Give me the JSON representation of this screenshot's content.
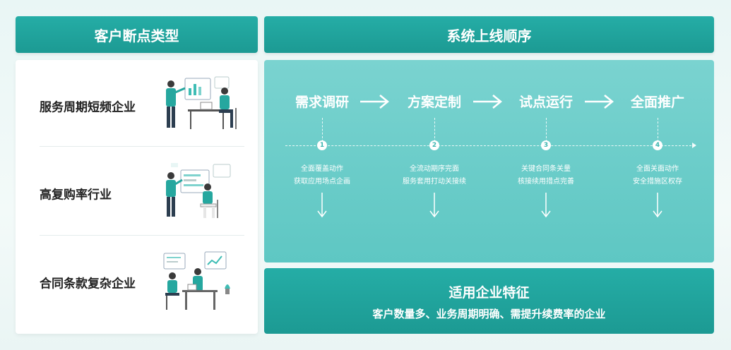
{
  "left": {
    "header": "客户断点类型",
    "types": [
      {
        "label": "服务周期短频企业",
        "illustration": "two-people-office-icon"
      },
      {
        "label": "高复购率行业",
        "illustration": "presentation-meeting-icon"
      },
      {
        "label": "合同条款复杂企业",
        "illustration": "desk-meeting-icon"
      }
    ]
  },
  "right": {
    "header": "系统上线顺序",
    "steps": [
      {
        "title": "需求调研",
        "num": "1",
        "desc1": "全面覆盖动作",
        "desc2": "获取应用场点企画"
      },
      {
        "title": "方案定制",
        "num": "2",
        "desc1": "全流动期序完面",
        "desc2": "服务套用打动关接续"
      },
      {
        "title": "试点运行",
        "num": "3",
        "desc1": "关键合同条关量",
        "desc2": "核接续用措点完善"
      },
      {
        "title": "全面推广",
        "num": "4",
        "desc1": "全面关面动作",
        "desc2": "安全措施区权存"
      }
    ]
  },
  "feature": {
    "title": "适用企业特征",
    "desc": "客户数量多、业务周期明确、需提升续费率的企业"
  },
  "colors": {
    "teal_dark": "#1c9a93",
    "teal_light": "#6fcfcb",
    "accent": "#2bb3a9"
  }
}
